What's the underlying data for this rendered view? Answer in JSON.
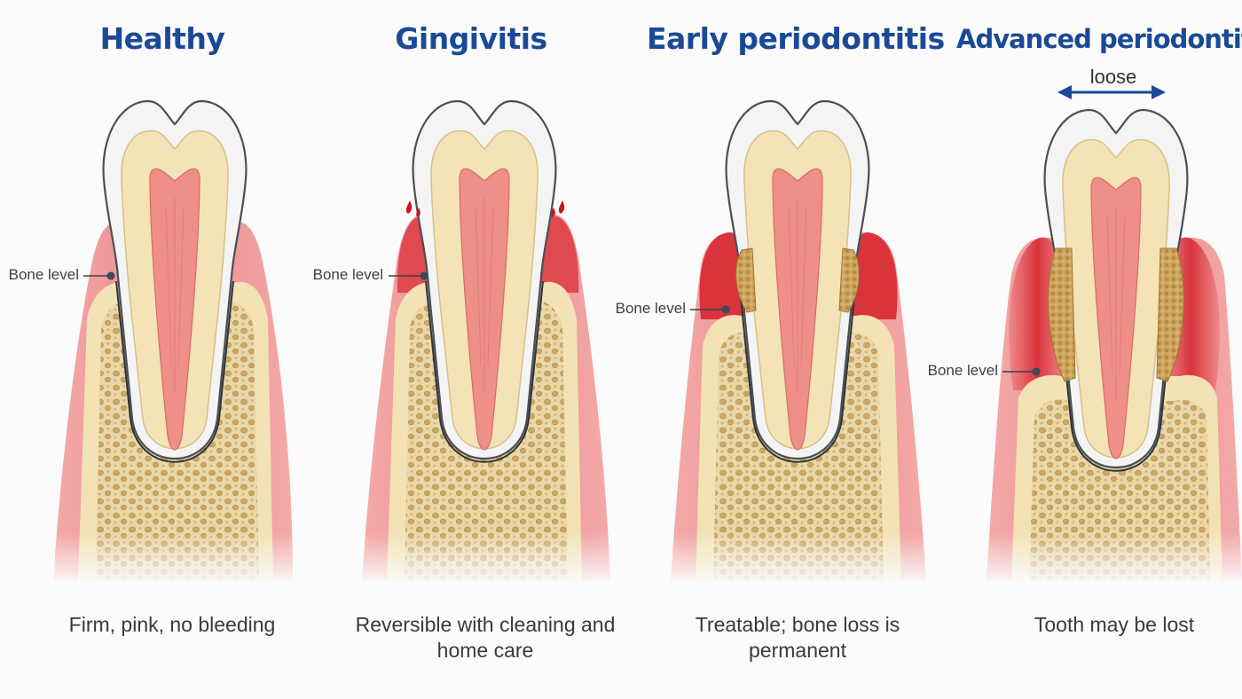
{
  "stages": [
    {
      "title": "Healthy",
      "caption": "Firm, pink, no bleeding",
      "bone_label": "Bone level"
    },
    {
      "title": "Gingivitis",
      "caption": "Reversible with cleaning and home care",
      "bone_label": "Bone level"
    },
    {
      "title": "Early periodontitis",
      "caption": "Treatable; bone loss is permanent",
      "bone_label": "Bone level"
    },
    {
      "title": "Advanced periodontitis",
      "caption": "Tooth may be lost",
      "bone_label": "Bone level",
      "mobility_label": "loose"
    }
  ],
  "colors": {
    "title": "#1a4a96",
    "gum": "#e9868a",
    "inflamed_gum": "#d9343c",
    "bone": "#e6cf9c",
    "enamel": "#f4f4f4",
    "dentin": "#f4e3b6",
    "pulp": "#ee8f8a",
    "tartar": "#c8a05a",
    "blood": "#d0121b"
  },
  "icons": [
    "bone-level-marker-icon",
    "blood-drop-icon",
    "double-arrow-icon"
  ]
}
